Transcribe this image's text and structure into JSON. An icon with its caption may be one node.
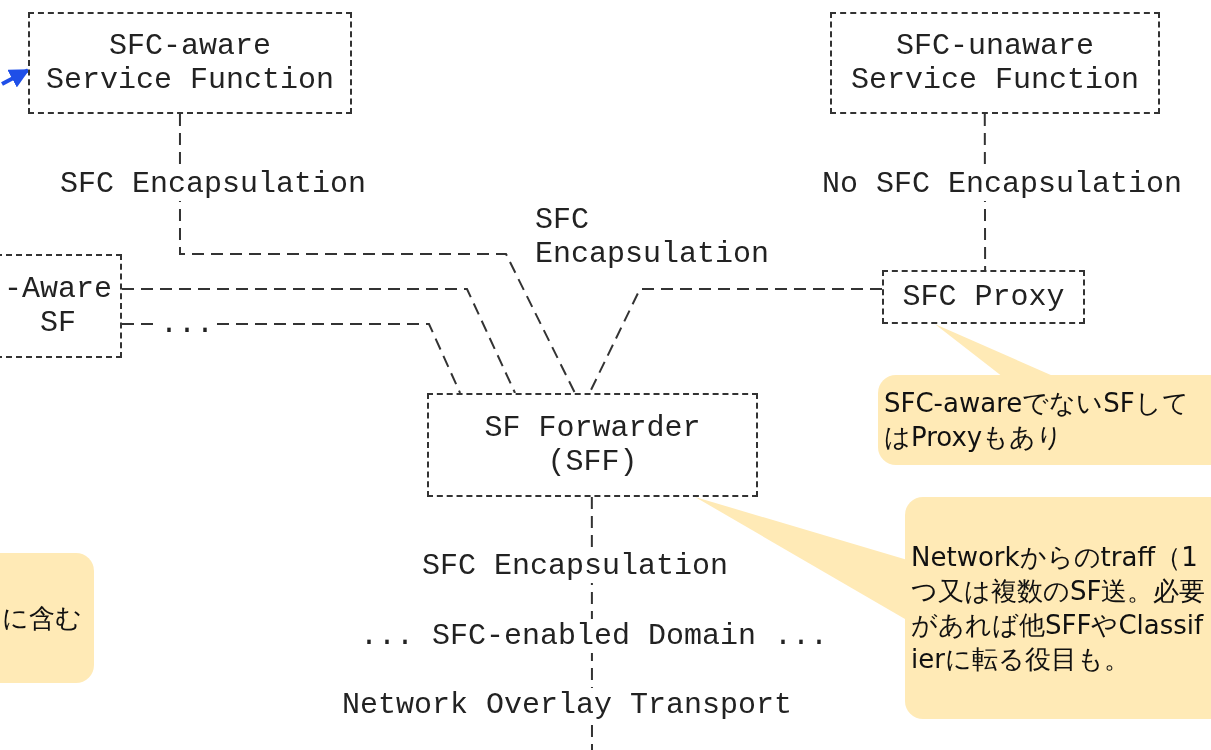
{
  "diagram": {
    "nodes": [
      {
        "text": [
          "SFC-aware Service Function"
        ]
      },
      {
        "text": [
          "SFC-unaware Service Function"
        ]
      },
      {
        "text": [
          "-Aware SF"
        ]
      },
      {
        "text": [
          "SFC Proxy"
        ]
      },
      {
        "text": [
          "SF Forwarder (SFF)"
        ]
      },
      {
        "text": [
          "SFC-awareでないSFしてはProxyもあり"
        ]
      },
      {
        "text": [
          "Networkからのtraff（1つ又は複数のSF送。必要があれば他SFFやClassifierに転る役目も。"
        ]
      },
      {
        "text": [
          "に含む"
        ]
      }
    ],
    "edges": [
      {
        "from": 0,
        "to": 4,
        "arrow": "none",
        "label": "SFC Encapsulation",
        "style": "dashed"
      },
      {
        "from": 2,
        "to": 4,
        "arrow": "none",
        "style": "dashed"
      },
      {
        "from": 2,
        "to": 4,
        "arrow": "none",
        "label": "...",
        "style": "dashed"
      },
      {
        "from": 3,
        "to": 4,
        "arrow": "none",
        "style": "dashed"
      },
      {
        "from": 1,
        "to": 3,
        "arrow": "none",
        "label": "No SFC Encapsulation",
        "style": "dashed"
      },
      {
        "from": 4,
        "to": null,
        "arrow": "none",
        "label": "SFC Encapsulation",
        "style": "dashed"
      },
      {
        "from": 5,
        "to": 3,
        "arrow": "none"
      },
      {
        "from": 6,
        "to": 4,
        "arrow": "none"
      },
      {
        "from": null,
        "to": 0,
        "arrow": "to",
        "color": "#1f4fe8",
        "style": "thick"
      }
    ],
    "labels": [
      "SFC Encapsulation",
      "... SFC-enabled Domain ...",
      "Network Overlay Transport"
    ]
  }
}
